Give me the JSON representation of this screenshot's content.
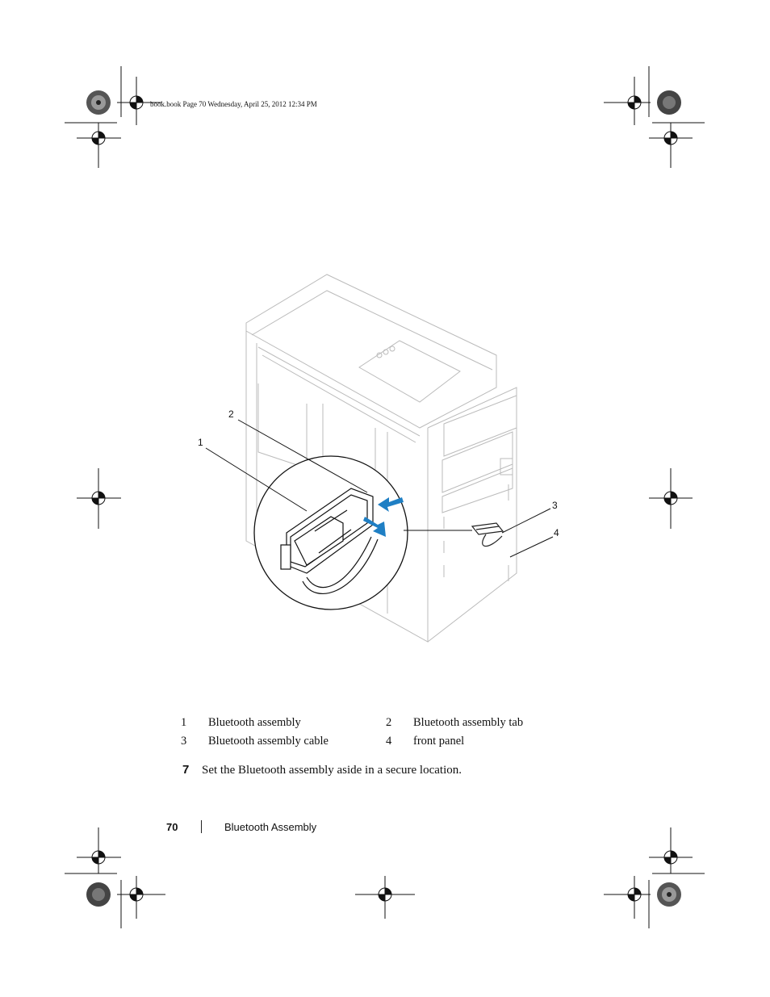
{
  "slug": "book.book  Page 70  Wednesday, April 25, 2012  12:34 PM",
  "callouts": [
    {
      "num": "1"
    },
    {
      "num": "2"
    },
    {
      "num": "3"
    },
    {
      "num": "4"
    }
  ],
  "legend": [
    [
      {
        "num": "1",
        "label": "Bluetooth assembly"
      },
      {
        "num": "2",
        "label": "Bluetooth assembly tab"
      }
    ],
    [
      {
        "num": "3",
        "label": "Bluetooth assembly cable"
      },
      {
        "num": "4",
        "label": "front panel"
      }
    ]
  ],
  "step": {
    "num": "7",
    "text": "Set the Bluetooth assembly aside in a secure location."
  },
  "footer": {
    "page": "70",
    "section": "Bluetooth Assembly"
  },
  "colors": {
    "arrow": "#1f7fc4",
    "line": "#222222",
    "light_line": "#b9b9b9"
  }
}
